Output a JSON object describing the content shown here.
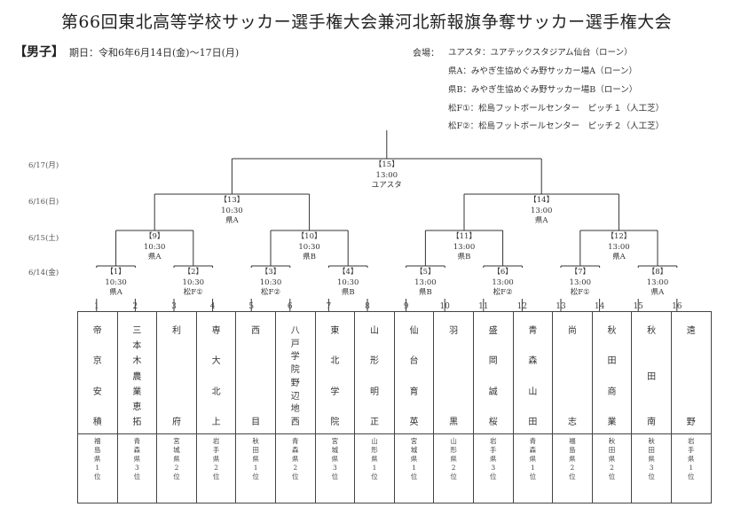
{
  "title": "第66回東北高等学校サッカー選手権大会兼河北新報旗争奪サッカー選手権大会",
  "gender_label": "【男子】",
  "period": "期日：令和6年6月14日(金)～17日(月)",
  "venue_label": "会場：",
  "venues": [
    "ユアスタ：ユアテックスタジアム仙台（ローン）",
    "県A：みやぎ生協めぐみ野サッカー場A（ローン）",
    "県B：みやぎ生協めぐみ野サッカー場B（ローン）",
    "松F①：松島フットボールセンター　ピッチ１（人工芝）",
    "松F②：松島フットボールセンター　ピッチ２（人工芝）"
  ],
  "dates": [
    "6/17(月)",
    "6/16(日)",
    "6/15(土)",
    "6/14(金)"
  ],
  "matches": [
    {
      "no": "【1】",
      "time": "10:30",
      "venue": "県A"
    },
    {
      "no": "【2】",
      "time": "10:30",
      "venue": "松F①"
    },
    {
      "no": "【3】",
      "time": "10:30",
      "venue": "松F②"
    },
    {
      "no": "【4】",
      "time": "10:30",
      "venue": "県B"
    },
    {
      "no": "【5】",
      "time": "13:00",
      "venue": "県B"
    },
    {
      "no": "【6】",
      "time": "13:00",
      "venue": "松F②"
    },
    {
      "no": "【7】",
      "time": "13:00",
      "venue": "松F①"
    },
    {
      "no": "【8】",
      "time": "13:00",
      "venue": "県A"
    },
    {
      "no": "【9】",
      "time": "10:30",
      "venue": "県A"
    },
    {
      "no": "【10】",
      "time": "10:30",
      "venue": "県B"
    },
    {
      "no": "【11】",
      "time": "13:00",
      "venue": "県B"
    },
    {
      "no": "【12】",
      "time": "13:00",
      "venue": "県A"
    },
    {
      "no": "【13】",
      "time": "10:30",
      "venue": "県A"
    },
    {
      "no": "【14】",
      "time": "13:00",
      "venue": "県A"
    },
    {
      "no": "【15】",
      "time": "13:00",
      "venue": "ユアスタ"
    }
  ],
  "teams": [
    {
      "seed": "1",
      "name": "帝京安積",
      "pref": "福島県",
      "rank": "1位"
    },
    {
      "seed": "2",
      "name": "三本木農業恵拓",
      "pref": "青森県",
      "rank": "3位"
    },
    {
      "seed": "3",
      "name": "利府",
      "pref": "宮城県",
      "rank": "2位"
    },
    {
      "seed": "4",
      "name": "専大北上",
      "pref": "岩手県",
      "rank": "2位"
    },
    {
      "seed": "5",
      "name": "西目",
      "pref": "秋田県",
      "rank": "1位"
    },
    {
      "seed": "6",
      "name": "八戸学院野辺地西",
      "pref": "青森県",
      "rank": "2位"
    },
    {
      "seed": "7",
      "name": "東北学院",
      "pref": "宮城県",
      "rank": "3位"
    },
    {
      "seed": "8",
      "name": "山形明正",
      "pref": "山形県",
      "rank": "1位"
    },
    {
      "seed": "9",
      "name": "仙台育英",
      "pref": "宮城県",
      "rank": "1位"
    },
    {
      "seed": "10",
      "name": "羽黒",
      "pref": "山形県",
      "rank": "2位"
    },
    {
      "seed": "11",
      "name": "盛岡誠桜",
      "pref": "岩手県",
      "rank": "3位"
    },
    {
      "seed": "12",
      "name": "青森山田",
      "pref": "青森県",
      "rank": "1位"
    },
    {
      "seed": "13",
      "name": "尚志",
      "pref": "福島県",
      "rank": "2位"
    },
    {
      "seed": "14",
      "name": "秋田商業",
      "pref": "秋田県",
      "rank": "2位"
    },
    {
      "seed": "15",
      "name": "秋田南",
      "pref": "秋田県",
      "rank": "3位"
    },
    {
      "seed": "16",
      "name": "遠野",
      "pref": "岩手県",
      "rank": "1位"
    }
  ]
}
